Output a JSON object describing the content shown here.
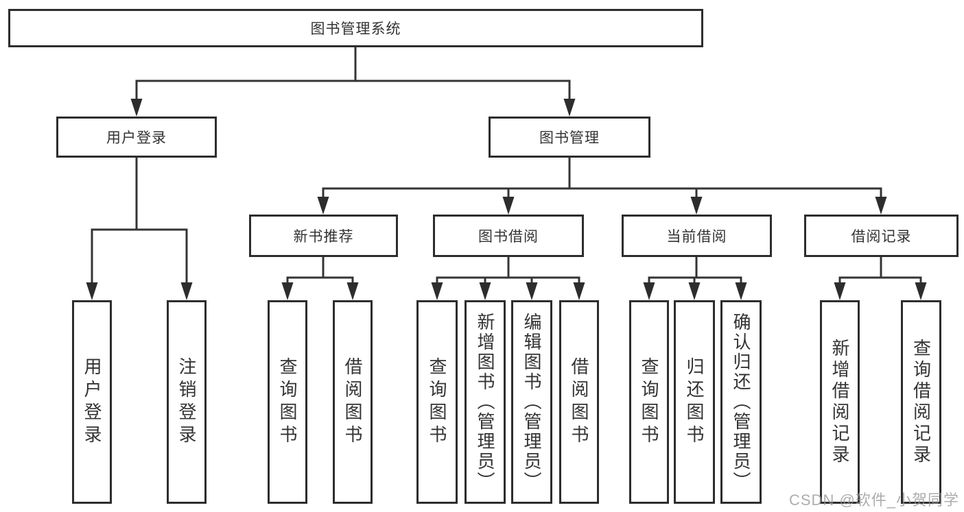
{
  "tree": {
    "label": "图书管理系统",
    "children": [
      {
        "label": "用户登录",
        "children": [
          {
            "label": "用户登录"
          },
          {
            "label": "注销登录"
          }
        ]
      },
      {
        "label": "图书管理",
        "children": [
          {
            "label": "新书推荐",
            "children": [
              {
                "label": "查询图书"
              },
              {
                "label": "借阅图书"
              }
            ]
          },
          {
            "label": "图书借阅",
            "children": [
              {
                "label": "查询图书"
              },
              {
                "label": "新增图书（管理员）"
              },
              {
                "label": "编辑图书（管理员）"
              },
              {
                "label": "借阅图书"
              }
            ]
          },
          {
            "label": "当前借阅",
            "children": [
              {
                "label": "查询图书"
              },
              {
                "label": "归还图书"
              },
              {
                "label": "确认归还（管理员）"
              }
            ]
          },
          {
            "label": "借阅记录",
            "children": [
              {
                "label": "新增借阅记录"
              },
              {
                "label": "查询借阅记录"
              }
            ]
          }
        ]
      }
    ]
  },
  "watermark": {
    "text": "CSDN @软件_小贺同学"
  },
  "colors": {
    "line": "#343434",
    "box_border": "#2d2d2d",
    "box_background": "#ffffff",
    "text": "#333333",
    "watermark": "#b5b5b5",
    "background": "#ffffff"
  }
}
